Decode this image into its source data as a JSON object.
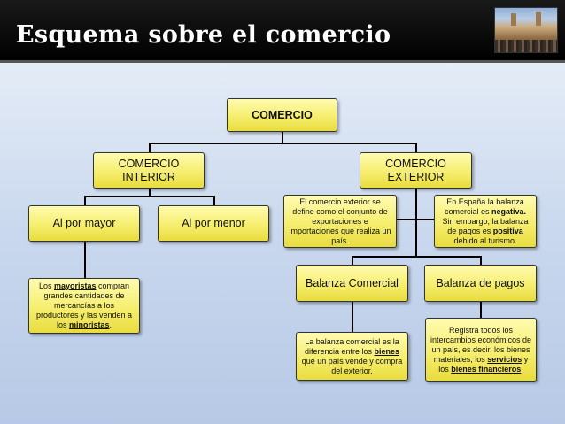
{
  "header": {
    "title": "Esquema sobre el comercio"
  },
  "diagram": {
    "root": "COMERCIO",
    "interior": {
      "label_l1": "COMERCIO",
      "label_l2": "INTERIOR"
    },
    "exterior": {
      "label_l1": "COMERCIO",
      "label_l2": "EXTERIOR"
    },
    "por_mayor": "Al por mayor",
    "por_menor": "Al por menor",
    "mayoristas_note": {
      "t1": "Los ",
      "b1": "mayoristas",
      "t2": " compran grandes cantidades de mercancías a los productores y las venden a los ",
      "b2": "minoristas",
      "t3": "."
    },
    "exterior_def": "El comercio exterior se define como el conjunto de exportaciones e importaciones que realiza un país.",
    "espana_note": {
      "t1": "En España la balanza comercial es ",
      "b1": "negativa.",
      "t2": " Sin embargo, la balanza de pagos es ",
      "b2": "positiva",
      "t3": " debido al turismo."
    },
    "balanza_comercial": "Balanza Comercial",
    "balanza_pagos": "Balanza de pagos",
    "bc_note": {
      "t1": "La balanza comercial es la diferencia entre los ",
      "b1": "bienes",
      "t2": " que un país vende y compra del exterior."
    },
    "bp_note": {
      "t1": "Registra todos los intercambios económicos de un país, es decir, los bienes materiales, los ",
      "b1": "servicios",
      "t2": " y los ",
      "b2": "bienes financieros",
      "t3": "."
    }
  }
}
